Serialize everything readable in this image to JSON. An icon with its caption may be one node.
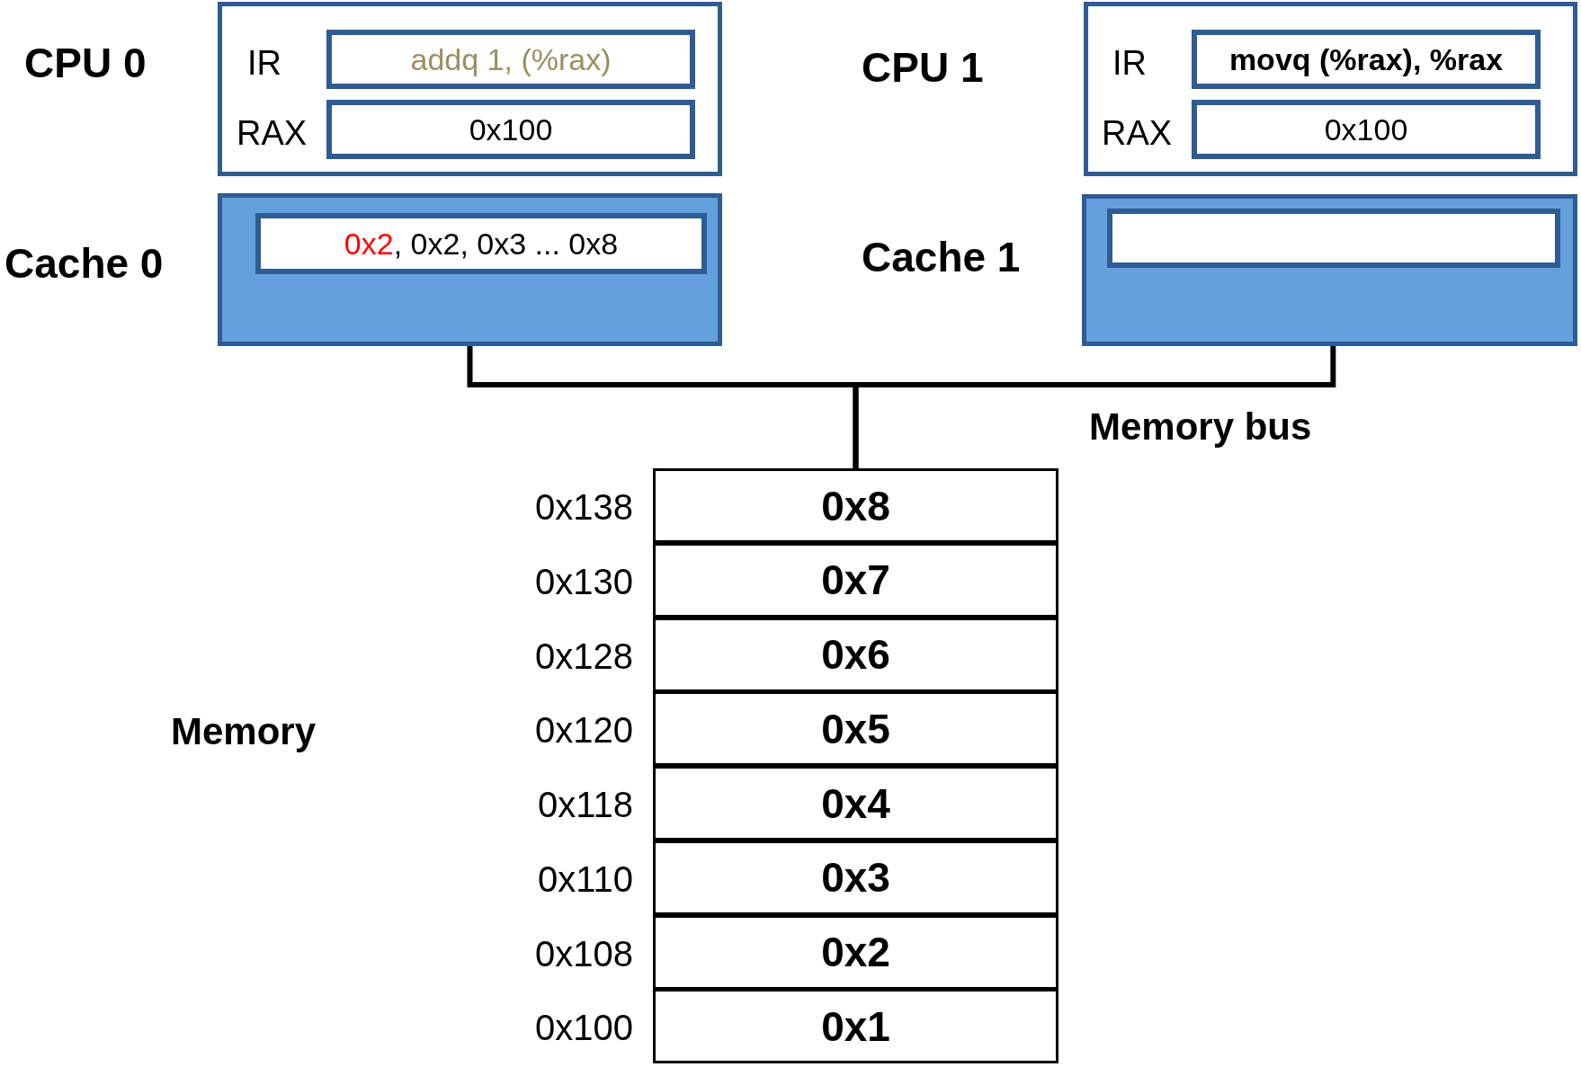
{
  "diagram": {
    "nodes": [
      {
        "text": [
          "CPU 0"
        ]
      },
      {
        "text": [
          "addq 1, (%rax)"
        ],
        "beside": [
          "IR"
        ],
        "in": 0
      },
      {
        "text": [
          "0x100"
        ],
        "beside": [
          "RAX"
        ],
        "in": 0
      },
      {
        "text": [
          "Cache 0"
        ]
      },
      {
        "text": [
          "0x2, 0x2, 0x3 ... 0x8"
        ],
        "in": 3
      },
      {
        "text": [
          "CPU 1"
        ]
      },
      {
        "text": [
          "movq (%rax), %rax"
        ],
        "beside": [
          "IR"
        ],
        "in": 5
      },
      {
        "text": [
          "0x100"
        ],
        "beside": [
          "RAX"
        ],
        "in": 5
      },
      {
        "text": [
          "Cache 1"
        ]
      },
      {
        "text": [],
        "shape": "box",
        "in": 8
      },
      {
        "text": [
          "Memory"
        ]
      },
      {
        "text": [
          "0x8"
        ],
        "beside": [
          "0x138"
        ],
        "in": 10
      },
      {
        "text": [
          "0x7"
        ],
        "beside": [
          "0x130"
        ],
        "in": 10
      },
      {
        "text": [
          "0x6"
        ],
        "beside": [
          "0x128"
        ],
        "in": 10
      },
      {
        "text": [
          "0x5"
        ],
        "beside": [
          "0x120"
        ],
        "in": 10
      },
      {
        "text": [
          "0x4"
        ],
        "beside": [
          "0x118"
        ],
        "in": 10
      },
      {
        "text": [
          "0x3"
        ],
        "beside": [
          "0x110"
        ],
        "in": 10
      },
      {
        "text": [
          "0x2"
        ],
        "beside": [
          "0x108"
        ],
        "in": 10
      },
      {
        "text": [
          "0x1"
        ],
        "beside": [
          "0x100"
        ],
        "in": 10
      }
    ],
    "edges": [
      {
        "from": 3,
        "to": 10,
        "arrow": "none"
      },
      {
        "from": 8,
        "to": 10,
        "arrow": "none",
        "label": "Memory bus"
      }
    ]
  }
}
